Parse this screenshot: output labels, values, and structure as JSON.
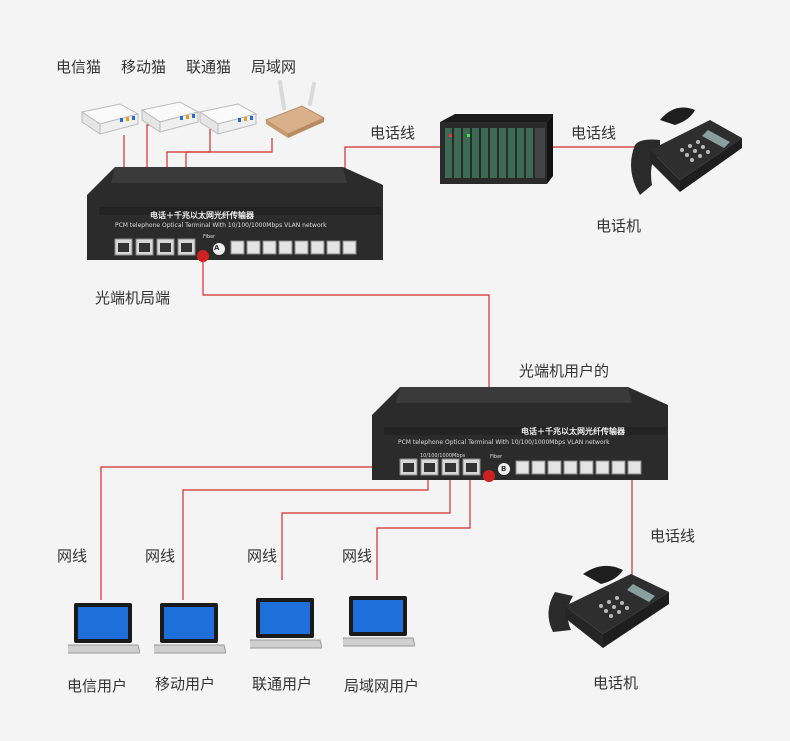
{
  "top_labels": {
    "telecom_modem": "电信猫",
    "mobile_modem": "移动猫",
    "unicom_modem": "联通猫",
    "lan": "局域网"
  },
  "phone_line_left": "电话线",
  "phone_line_right": "电话线",
  "phone_top": "电话机",
  "transceiver_local": {
    "label": "光端机局端",
    "front_title": "电话＋千兆以太网光纤传输器",
    "front_sub": "PCM telephone Optical  Terminal With  10/100/1000Mbps VLAN network",
    "fiber_badge": "A",
    "fiber_label": "Fiber"
  },
  "transceiver_remote": {
    "label": "光端机用户的",
    "front_title": "电话＋千兆以太网光纤传输器",
    "front_sub": "PCM telephone Optical  Terminal With  10/100/1000Mbps VLAN network",
    "fiber_badge": "B",
    "fiber_label": "Fiber",
    "eth_caption": "10/100/1000Mbps"
  },
  "phone_line_bottom": "电话线",
  "phone_bottom": "电话机",
  "net_cable_labels": [
    "网线",
    "网线",
    "网线",
    "网线"
  ],
  "users": [
    "电信用户",
    "移动用户",
    "联通用户",
    "局域网用户"
  ],
  "colors": {
    "wire": "#d42c2c",
    "device": "#2b2b2b",
    "screen": "#1e6fd9"
  }
}
